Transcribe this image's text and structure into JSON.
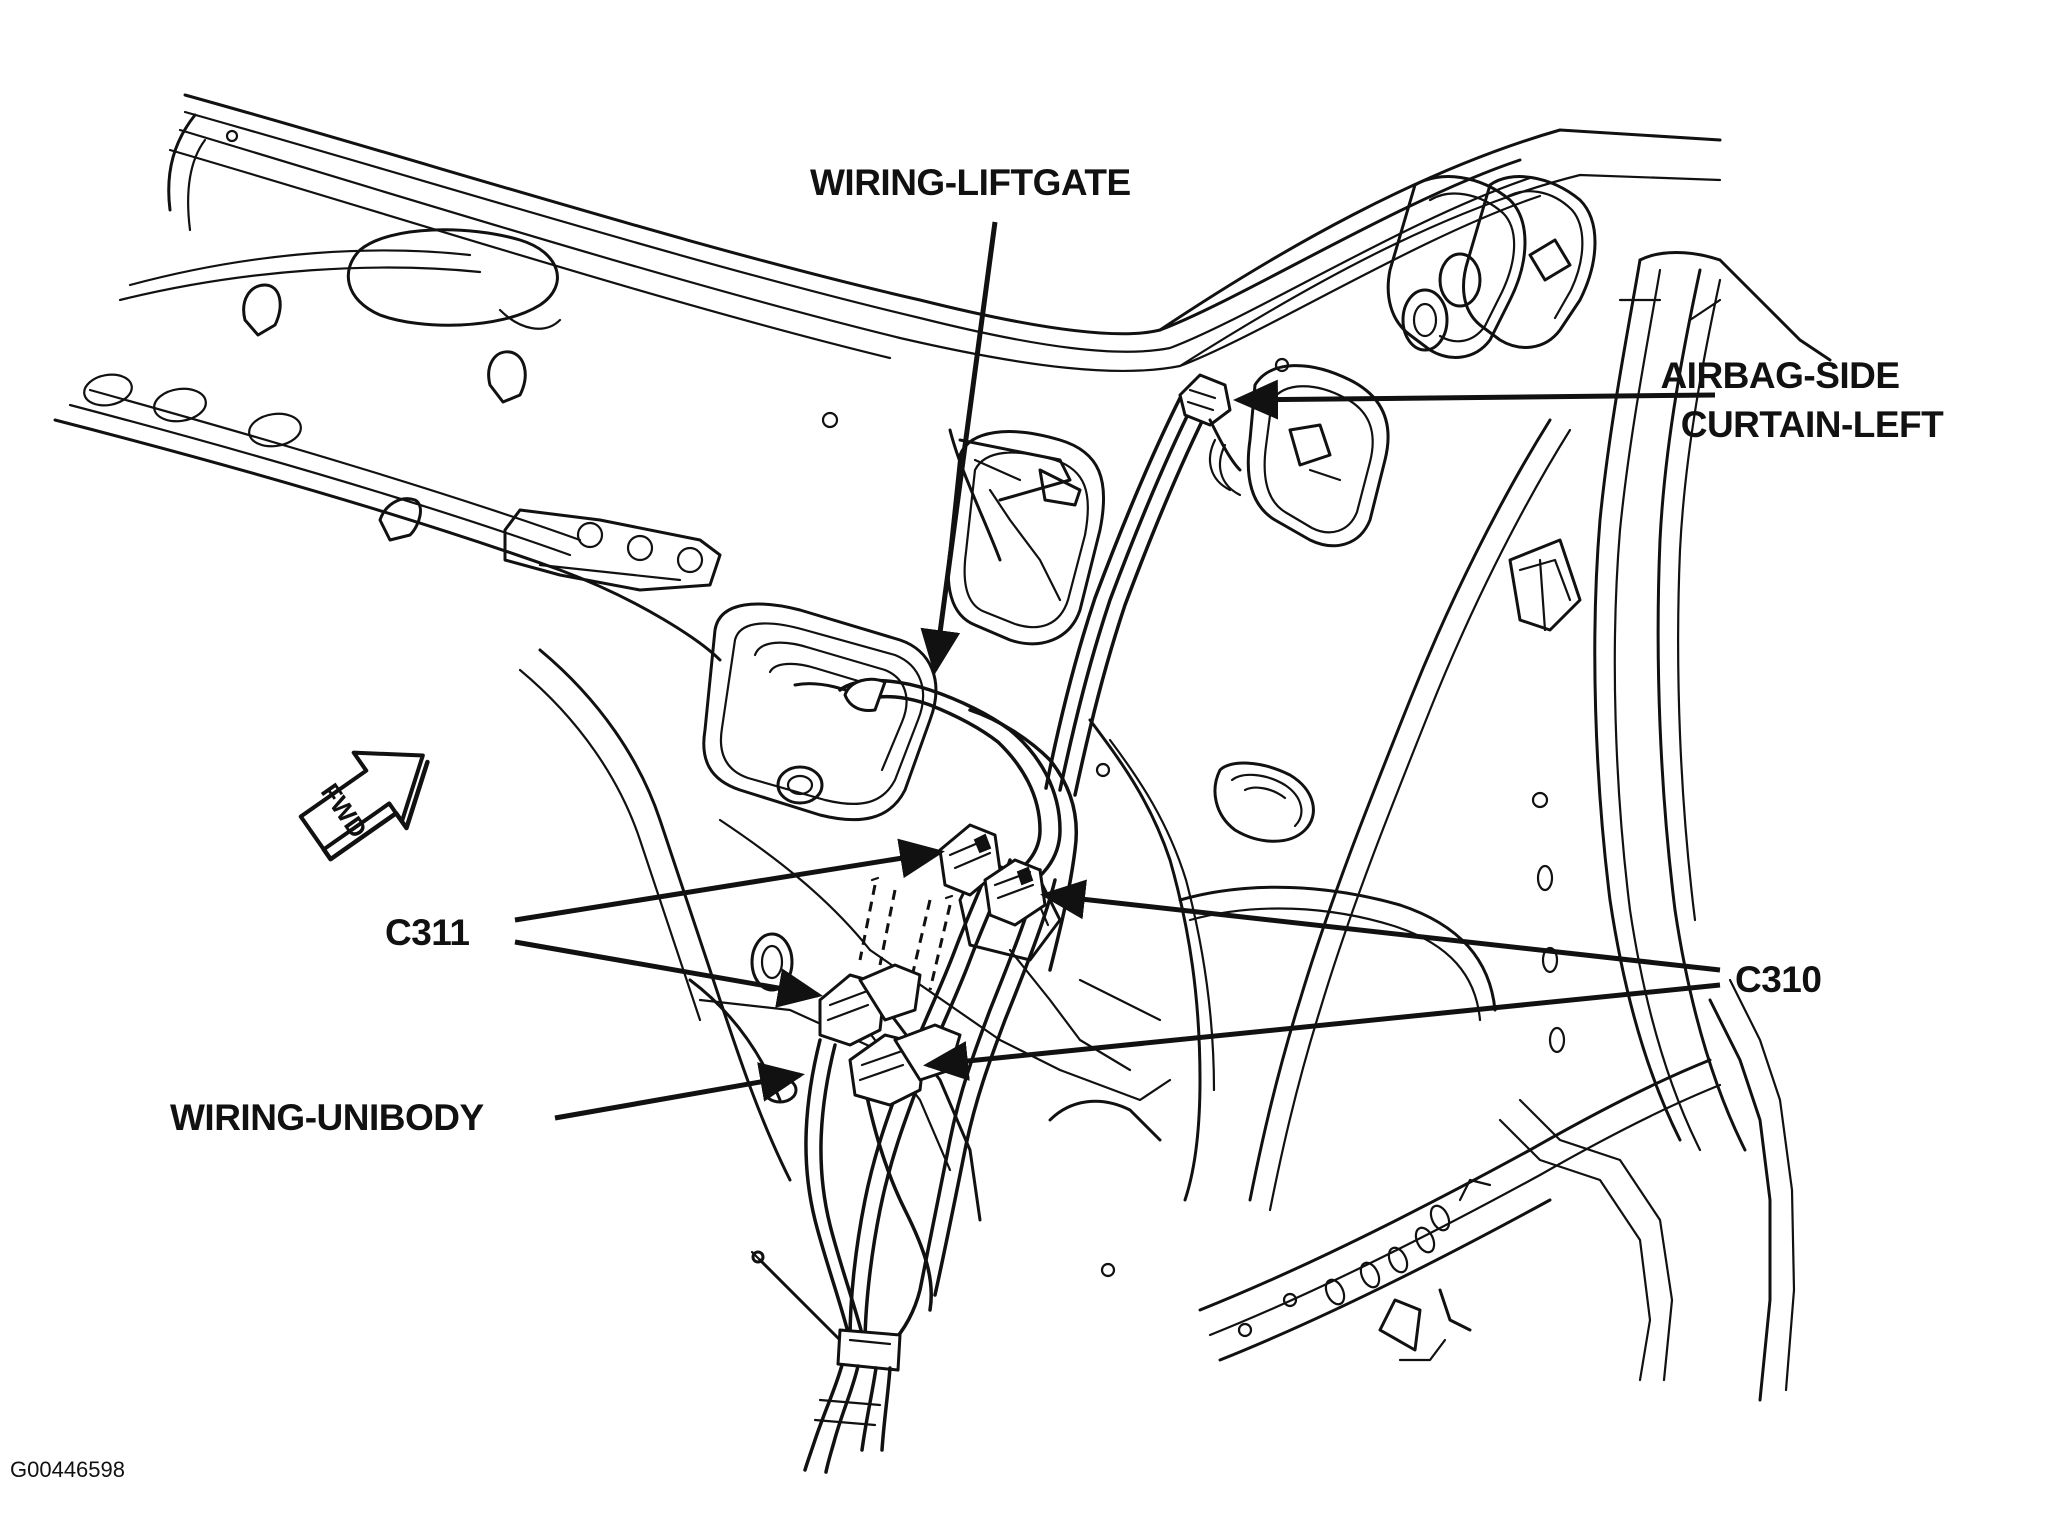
{
  "labels": {
    "wiring_liftgate": "WIRING-LIFTGATE",
    "airbag_line1": "AIRBAG-SIDE",
    "airbag_line2": "CURTAIN-LEFT",
    "c311": "C311",
    "c310": "C310",
    "wiring_unibody": "WIRING-UNIBODY",
    "fwd": "FWD",
    "figure_id": "G00446598"
  },
  "colors": {
    "line": "#111111",
    "background": "#ffffff"
  }
}
